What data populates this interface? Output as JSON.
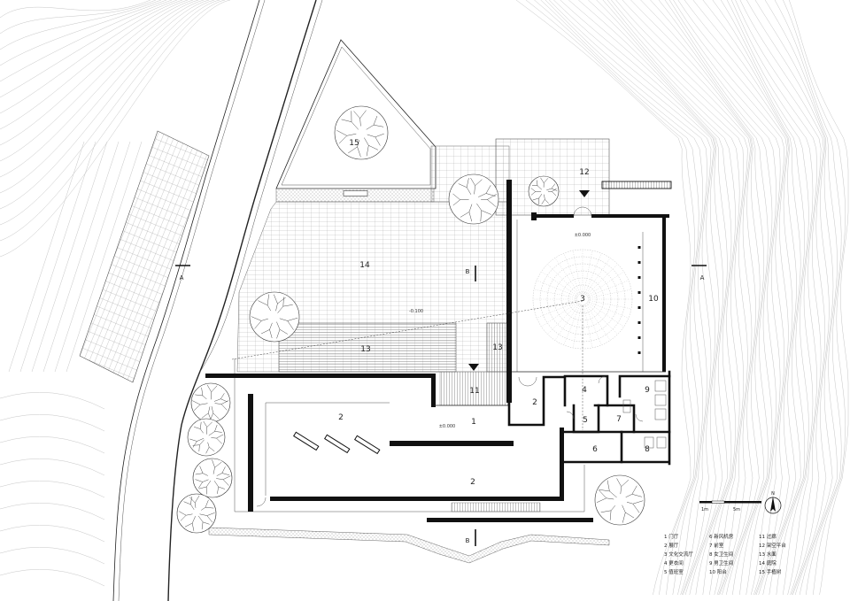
{
  "room_labels": [
    "15",
    "12",
    "14",
    "3",
    "10",
    "13",
    "13",
    "11",
    "2",
    "2",
    "2",
    "1",
    "4",
    "5",
    "6",
    "7",
    "8",
    "9"
  ],
  "elevations": [
    "±0.000",
    "-0.100",
    "±0.000"
  ],
  "section_marks": [
    "A",
    "A",
    "B",
    "B"
  ],
  "scale_bar": {
    "first": "1m",
    "second": "5m"
  },
  "north_label": "N",
  "legend": [
    "1 门厅",
    "2 展厅",
    "3 文化交流厅",
    "4 更衣间",
    "5 值班室",
    "6 新风机房",
    "7 前室",
    "8 女卫生间",
    "9 男卫生间",
    "10 阳台",
    "11 过廊",
    "12 架空平台",
    "13 水面",
    "14 庭院",
    "15 手植树"
  ],
  "colors": {
    "line": "#111111",
    "contour": "#c6c6c6",
    "tree": "#333333"
  }
}
